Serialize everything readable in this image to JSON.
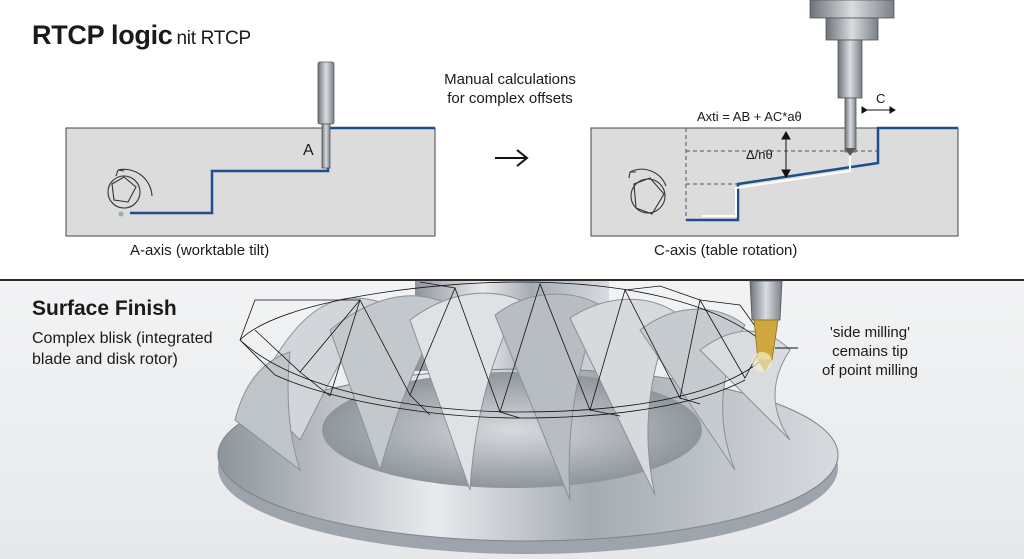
{
  "top_section": {
    "title": "RTCP logic",
    "subtitle": "nit RTCP",
    "note_line1": "Manual calculations",
    "note_line2": "for complex offsets",
    "left_panel": {
      "point_label": "A",
      "caption": "A-axis (worktable tilt)"
    },
    "right_panel": {
      "formula": "Axti = AB + AC*aθ",
      "delta_label": "Δ/nθ",
      "offset_label": "C",
      "caption": "C-axis (table rotation)"
    }
  },
  "bottom_section": {
    "title": "Surface Finish",
    "desc_line1": "Complex blisk (integrated",
    "desc_line2": "blade and disk rotor)",
    "callout_line1": "'side milling'",
    "callout_line2": "cemains tip",
    "callout_line3": "of point milling"
  },
  "colors": {
    "toolpath": "#1f4e8c",
    "panel": "#dcdcdc",
    "metal": "#b9bec4"
  }
}
